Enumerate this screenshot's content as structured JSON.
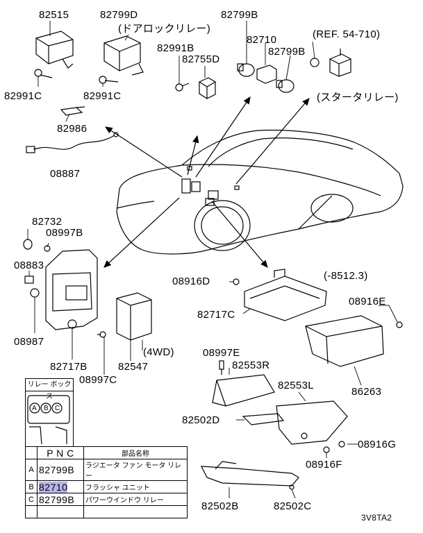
{
  "labels": {
    "p82515": "82515",
    "p82799D": "82799D",
    "door_lock_relay": "(ドアロックリレー)",
    "p82991B": "82991B",
    "p82755D": "82755D",
    "p82799B_top": "82799B",
    "p82710_top": "82710",
    "p82799B_mid": "82799B",
    "ref": "(REF. 54-710)",
    "starter_relay": "(スタータリレー)",
    "p82991C_a": "82991C",
    "p82991C_b": "82991C",
    "p82986": "82986",
    "p08887": "08887",
    "p82732": "82732",
    "p08997B": "08997B",
    "p08883": "08883",
    "p08987": "08987",
    "p82717B": "82717B",
    "p08997C": "08997C",
    "p82547": "82547",
    "fourwd": "(4WD)",
    "p08916D": "08916D",
    "p8512": "(-8512.3)",
    "p08916E": "08916E",
    "p82717C": "82717C",
    "p08997E": "08997E",
    "p82553R": "82553R",
    "p86263": "86263",
    "p82553L": "82553L",
    "p82502D": "82502D",
    "p08916G": "08916G",
    "p08916F": "08916F",
    "p82502B": "82502B",
    "p82502C": "82502C",
    "code": "3V8TA2"
  },
  "relay_box": {
    "title": "リレー ボックス",
    "sockets": [
      "A",
      "B",
      "C"
    ]
  },
  "table": {
    "header_pnc": "P N C",
    "header_name": "部品名称",
    "rows": [
      {
        "row": "A",
        "pnc": "82799B",
        "name": "ラジエータ ファン モータ リレー"
      },
      {
        "row": "B",
        "pnc": "82710",
        "name": "フラッシャ ユニット"
      },
      {
        "row": "C",
        "pnc": "82799B",
        "name": "パワーウインドウ リレー"
      },
      {
        "row": "",
        "pnc": "",
        "name": ""
      }
    ],
    "highlight_color": "#b9b4ec"
  }
}
